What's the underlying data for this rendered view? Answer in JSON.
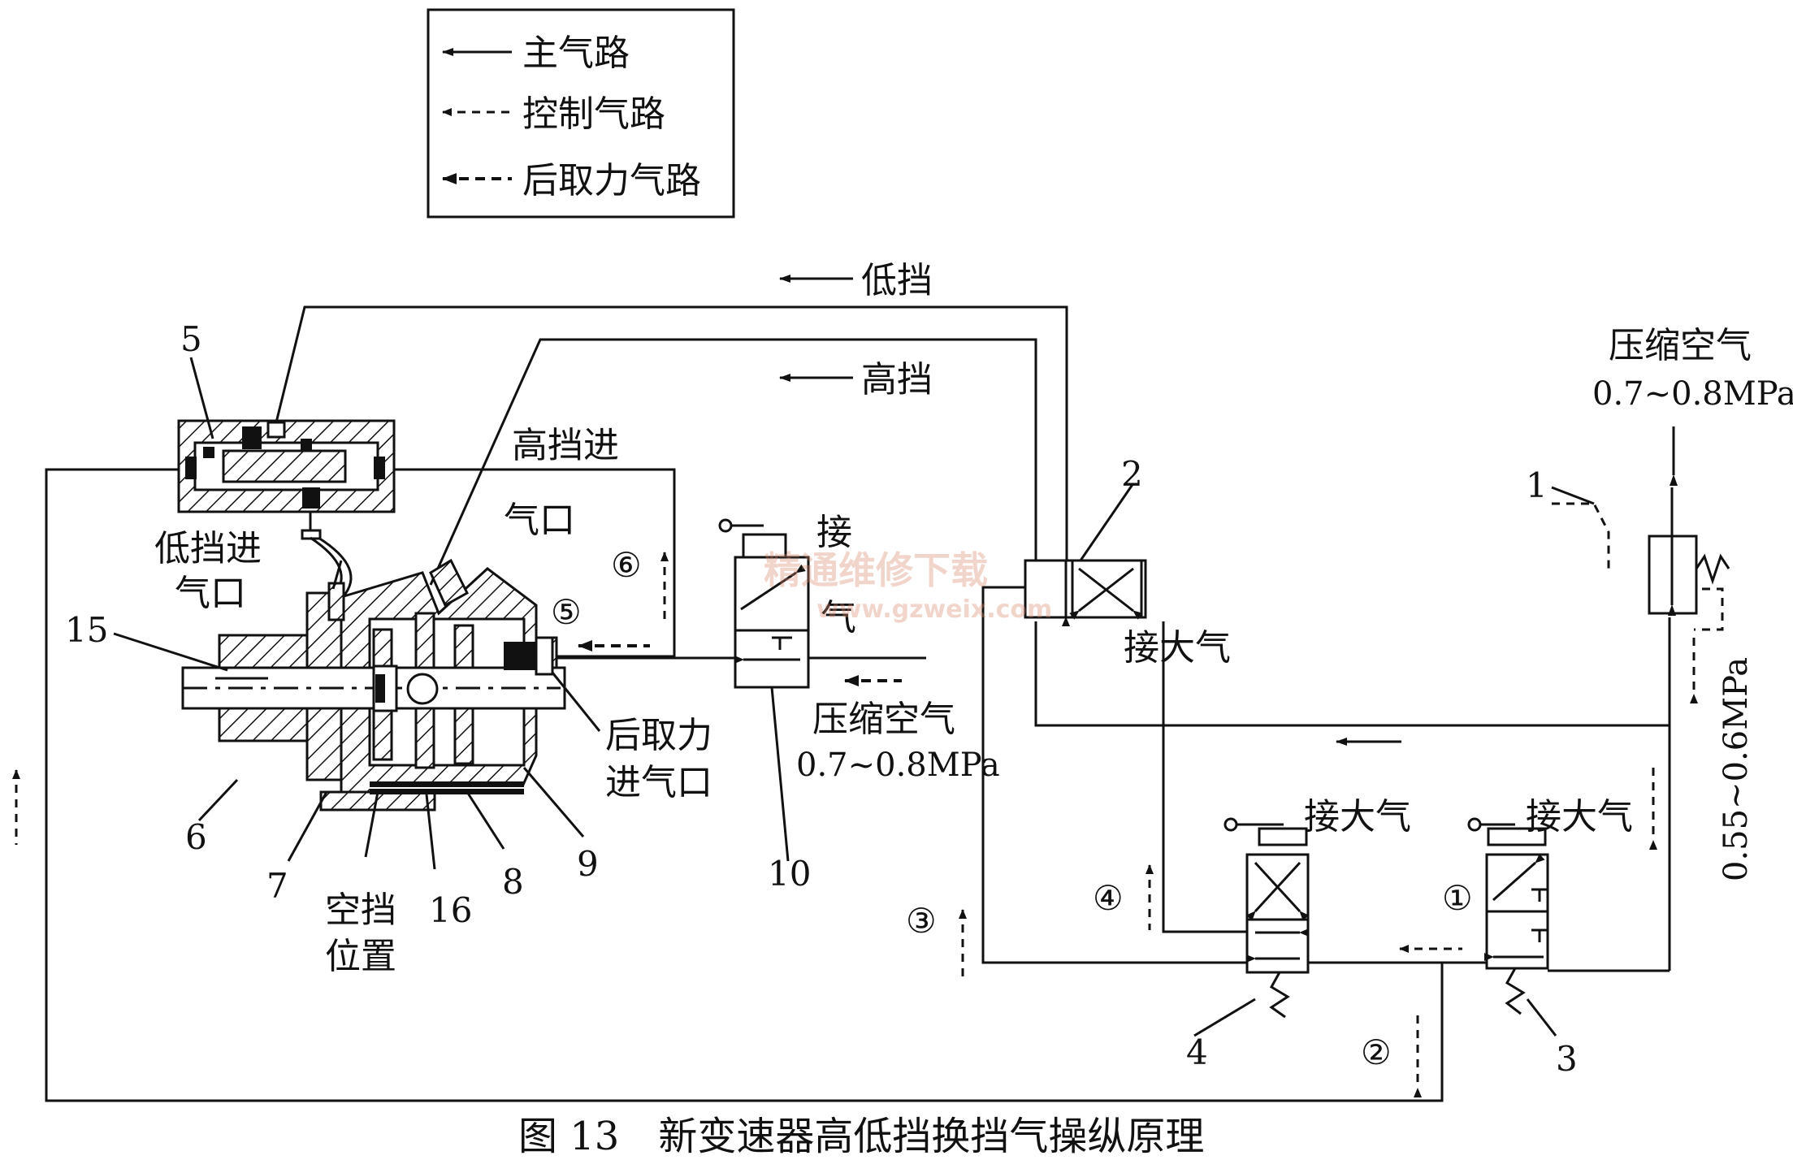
{
  "legend": {
    "main_path": "主气路",
    "control_path": "控制气路",
    "pto_path": "后取力气路"
  },
  "labels": {
    "low_gear": "低挡",
    "high_gear": "高挡",
    "compressed_air_right": "压缩空气",
    "pressure_right": "0.7~0.8MPa",
    "compressed_air_mid": "压缩空气",
    "pressure_mid": "0.7~0.8MPa",
    "reduced_pressure": "0.55~0.6MPa",
    "vent_to_atm_2": "接大气",
    "vent_to_atm_4": "接大气",
    "vent_to_atm_3": "接大气",
    "vent_10_a": "接",
    "vent_10_b": "气",
    "high_inlet_a": "高挡进",
    "high_inlet_b": "气口",
    "low_inlet_a": "低挡进",
    "low_inlet_b": "气口",
    "pto_inlet_a": "后取力",
    "pto_inlet_b": "进气口",
    "neutral_a": "空挡",
    "neutral_b": "位置"
  },
  "callouts": [
    "1",
    "2",
    "3",
    "4",
    "5",
    "6",
    "7",
    "8",
    "9",
    "10",
    "15",
    "16"
  ],
  "circled": [
    "①",
    "②",
    "③",
    "④",
    "⑤",
    "⑥"
  ],
  "watermark": {
    "cn": "精通维修下载",
    "url": "www.gzweix.com"
  },
  "caption": "图 13　新变速器高低挡换挡气操纵原理"
}
